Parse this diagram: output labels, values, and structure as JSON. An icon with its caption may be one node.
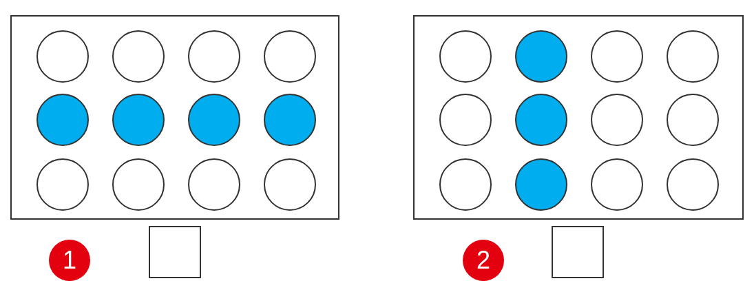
{
  "diagram": {
    "nodes": [
      {
        "text": [],
        "shape": "box"
      },
      {
        "text": [],
        "shape": "circle",
        "in": 0
      },
      {
        "text": [],
        "shape": "circle",
        "in": 0
      },
      {
        "text": [],
        "shape": "circle",
        "in": 0
      },
      {
        "text": [],
        "shape": "circle",
        "in": 0
      },
      {
        "text": [],
        "shape": "circle",
        "in": 0
      },
      {
        "text": [],
        "shape": "circle",
        "in": 0
      },
      {
        "text": [],
        "shape": "circle",
        "in": 0
      },
      {
        "text": [],
        "shape": "circle",
        "in": 0
      },
      {
        "text": [],
        "shape": "circle",
        "in": 0
      },
      {
        "text": [],
        "shape": "circle",
        "in": 0
      },
      {
        "text": [],
        "shape": "circle",
        "in": 0
      },
      {
        "text": [],
        "shape": "circle",
        "in": 0
      },
      {
        "text": [],
        "shape": "box"
      },
      {
        "text": [],
        "shape": "circle",
        "in": 13
      },
      {
        "text": [],
        "shape": "circle",
        "in": 13
      },
      {
        "text": [],
        "shape": "circle",
        "in": 13
      },
      {
        "text": [],
        "shape": "circle",
        "in": 13
      },
      {
        "text": [],
        "shape": "circle",
        "in": 13
      },
      {
        "text": [],
        "shape": "circle",
        "in": 13
      },
      {
        "text": [],
        "shape": "circle",
        "in": 13
      },
      {
        "text": [],
        "shape": "circle",
        "in": 13
      },
      {
        "text": [],
        "shape": "circle",
        "in": 13
      },
      {
        "text": [],
        "shape": "circle",
        "in": 13
      },
      {
        "text": [],
        "shape": "circle",
        "in": 13
      },
      {
        "text": [],
        "shape": "circle",
        "in": 13
      },
      {
        "text": [
          "1"
        ]
      },
      {
        "text": [],
        "shape": "box"
      },
      {
        "text": [
          "2"
        ]
      },
      {
        "text": [],
        "shape": "box"
      }
    ]
  }
}
